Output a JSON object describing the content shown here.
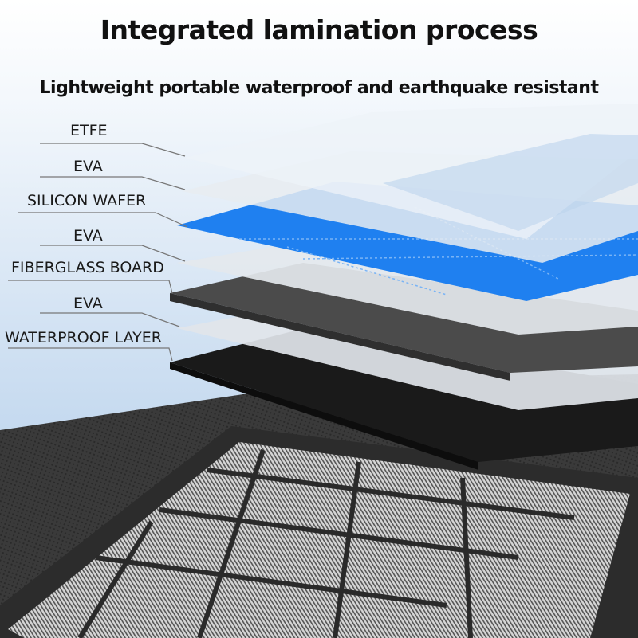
{
  "title": "Integrated lamination process",
  "subtitle": "Lightweight portable waterproof and earthquake resistant",
  "layers": [
    {
      "label": "ETFE",
      "color": "#eef3f8"
    },
    {
      "label": "EVA",
      "color": "#e9edf2"
    },
    {
      "label": "SILICON WAFER",
      "color": "#1e7ef0"
    },
    {
      "label": "EVA",
      "color": "#e6eaef"
    },
    {
      "label": "FIBERGLASS BOARD",
      "color": "#4a4a4a"
    },
    {
      "label": "EVA",
      "color": "#e3e7ec"
    },
    {
      "label": "WATERPROOF LAYER",
      "color": "#1c1c1c"
    }
  ]
}
